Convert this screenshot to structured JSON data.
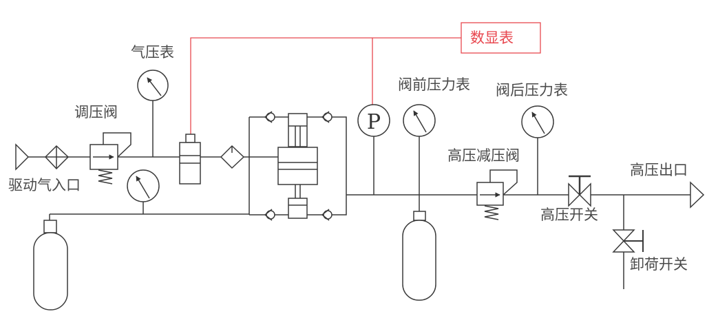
{
  "labels": {
    "display_meter": "数显表",
    "air_gauge": "气压表",
    "regulator": "调压阀",
    "drive_inlet": "驱动气入口",
    "pre_valve_gauge": "阀前压力表",
    "post_valve_gauge": "阀后压力表",
    "hp_reducer": "高压减压阀",
    "hp_outlet": "高压出口",
    "hp_switch": "高压开关",
    "unload_switch": "卸荷开关",
    "pressure_symbol": "P"
  },
  "colors": {
    "line": "#3a3a3a",
    "signal_line": "#e8474f",
    "text": "#4a4a4a"
  }
}
